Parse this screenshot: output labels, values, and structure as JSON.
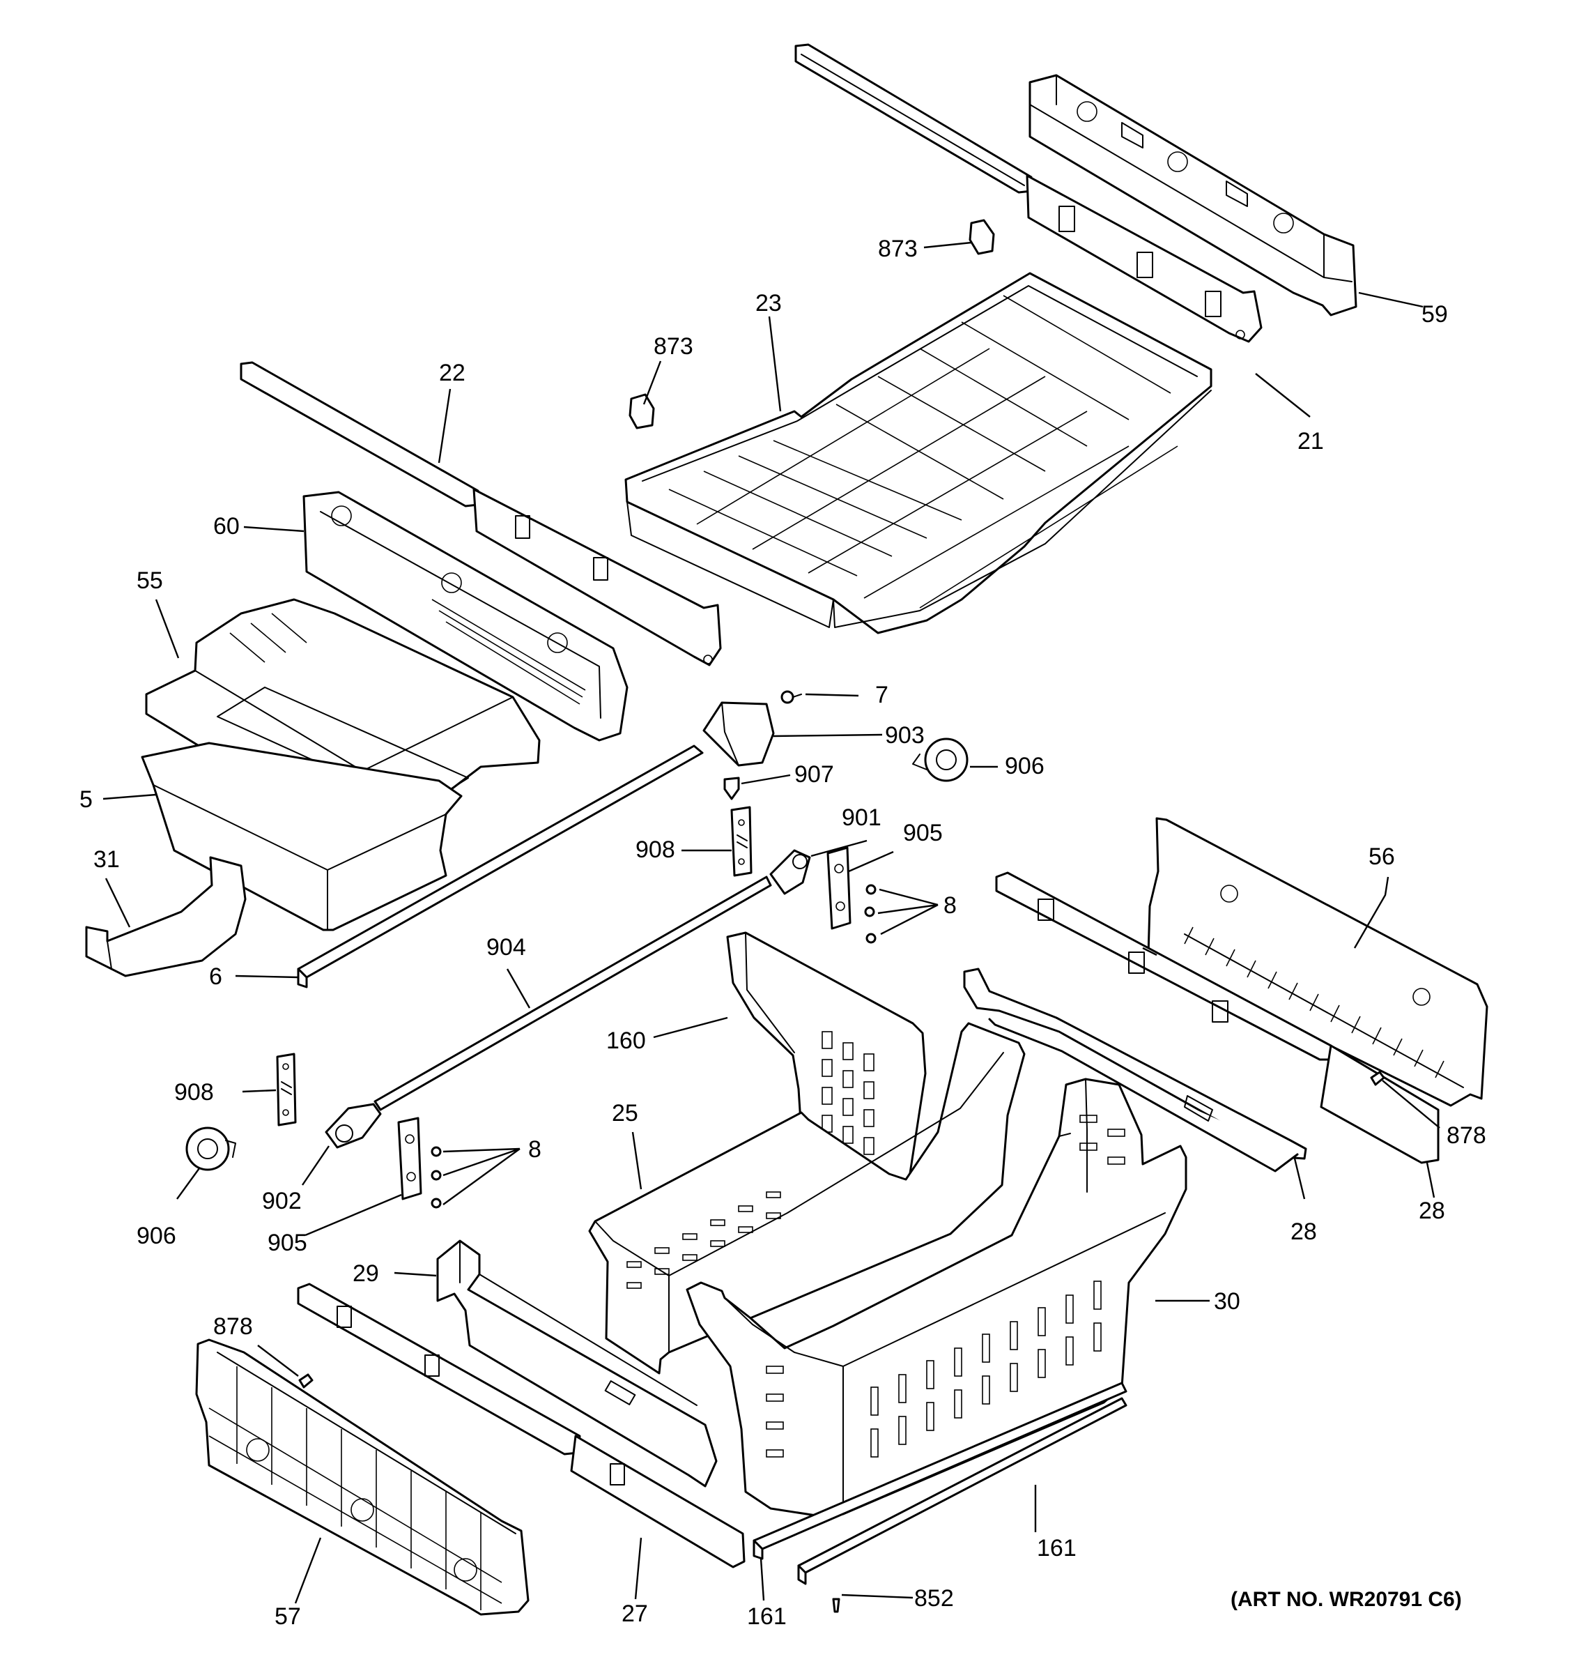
{
  "callouts": {
    "c873a": "873",
    "c59": "59",
    "c873b": "873",
    "c23": "23",
    "c22": "22",
    "c21": "21",
    "c60": "60",
    "c55": "55",
    "c7": "7",
    "c903": "903",
    "c906a": "906",
    "c907": "907",
    "c5": "5",
    "c901": "901",
    "c905a": "905",
    "c908a": "908",
    "c56": "56",
    "c31": "31",
    "c8a": "8",
    "c6": "6",
    "c904": "904",
    "c160": "160",
    "c908b": "908",
    "c25": "25",
    "c878a": "878",
    "c8b": "8",
    "c902": "902",
    "c28a": "28",
    "c28b": "28",
    "c906b": "906",
    "c905b": "905",
    "c29": "29",
    "c30": "30",
    "c878b": "878",
    "c161a": "161",
    "c57": "57",
    "c27": "27",
    "c161b": "161",
    "c852": "852"
  },
  "art_number": "(ART NO. WR20791 C6)"
}
